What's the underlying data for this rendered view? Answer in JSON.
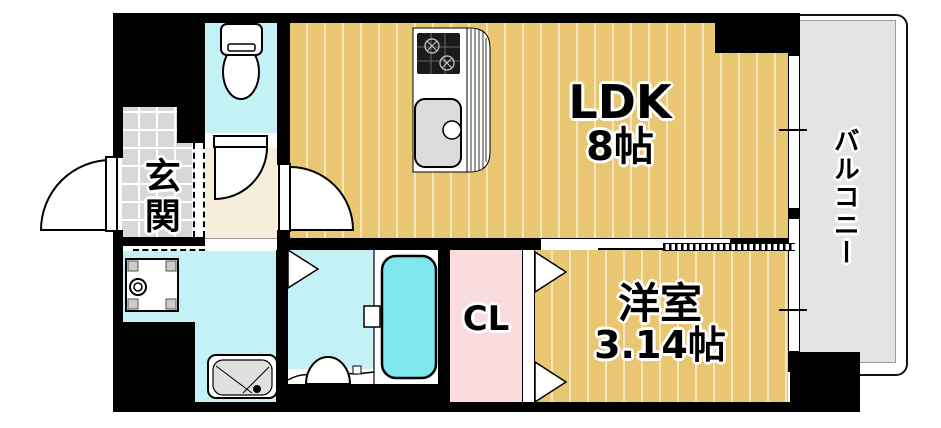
{
  "title": "apartment-floorplan",
  "rooms": {
    "ldk": {
      "name": "LDK",
      "size": "8帖"
    },
    "western_room": {
      "name": "洋室",
      "size": "3.14帖"
    },
    "closet": {
      "label": "CL"
    },
    "entrance": {
      "label": "玄関"
    },
    "balcony": {
      "label": "バルコニー"
    }
  },
  "colors": {
    "wall": "#000000",
    "flooring": "#E9C772",
    "wet_floor": "#C4F1F6",
    "bathtub": "#7FE8EE",
    "closet": "#FBDCDE",
    "entrance_tile": "#D8D8D8",
    "hallway": "#F6EEDB",
    "balcony": "#E4E4E4",
    "sink": "#DCDCDC",
    "stove": "#1B1B1B"
  },
  "fixtures": [
    "entrance-door",
    "toilet",
    "toilet-door",
    "kitchen-stove",
    "kitchen-sink",
    "ldk-door",
    "washing-machine-pan",
    "wash-basin",
    "bath-door",
    "bath-counter",
    "bathtub",
    "closet-folding-doors",
    "sliding-partition",
    "window"
  ]
}
